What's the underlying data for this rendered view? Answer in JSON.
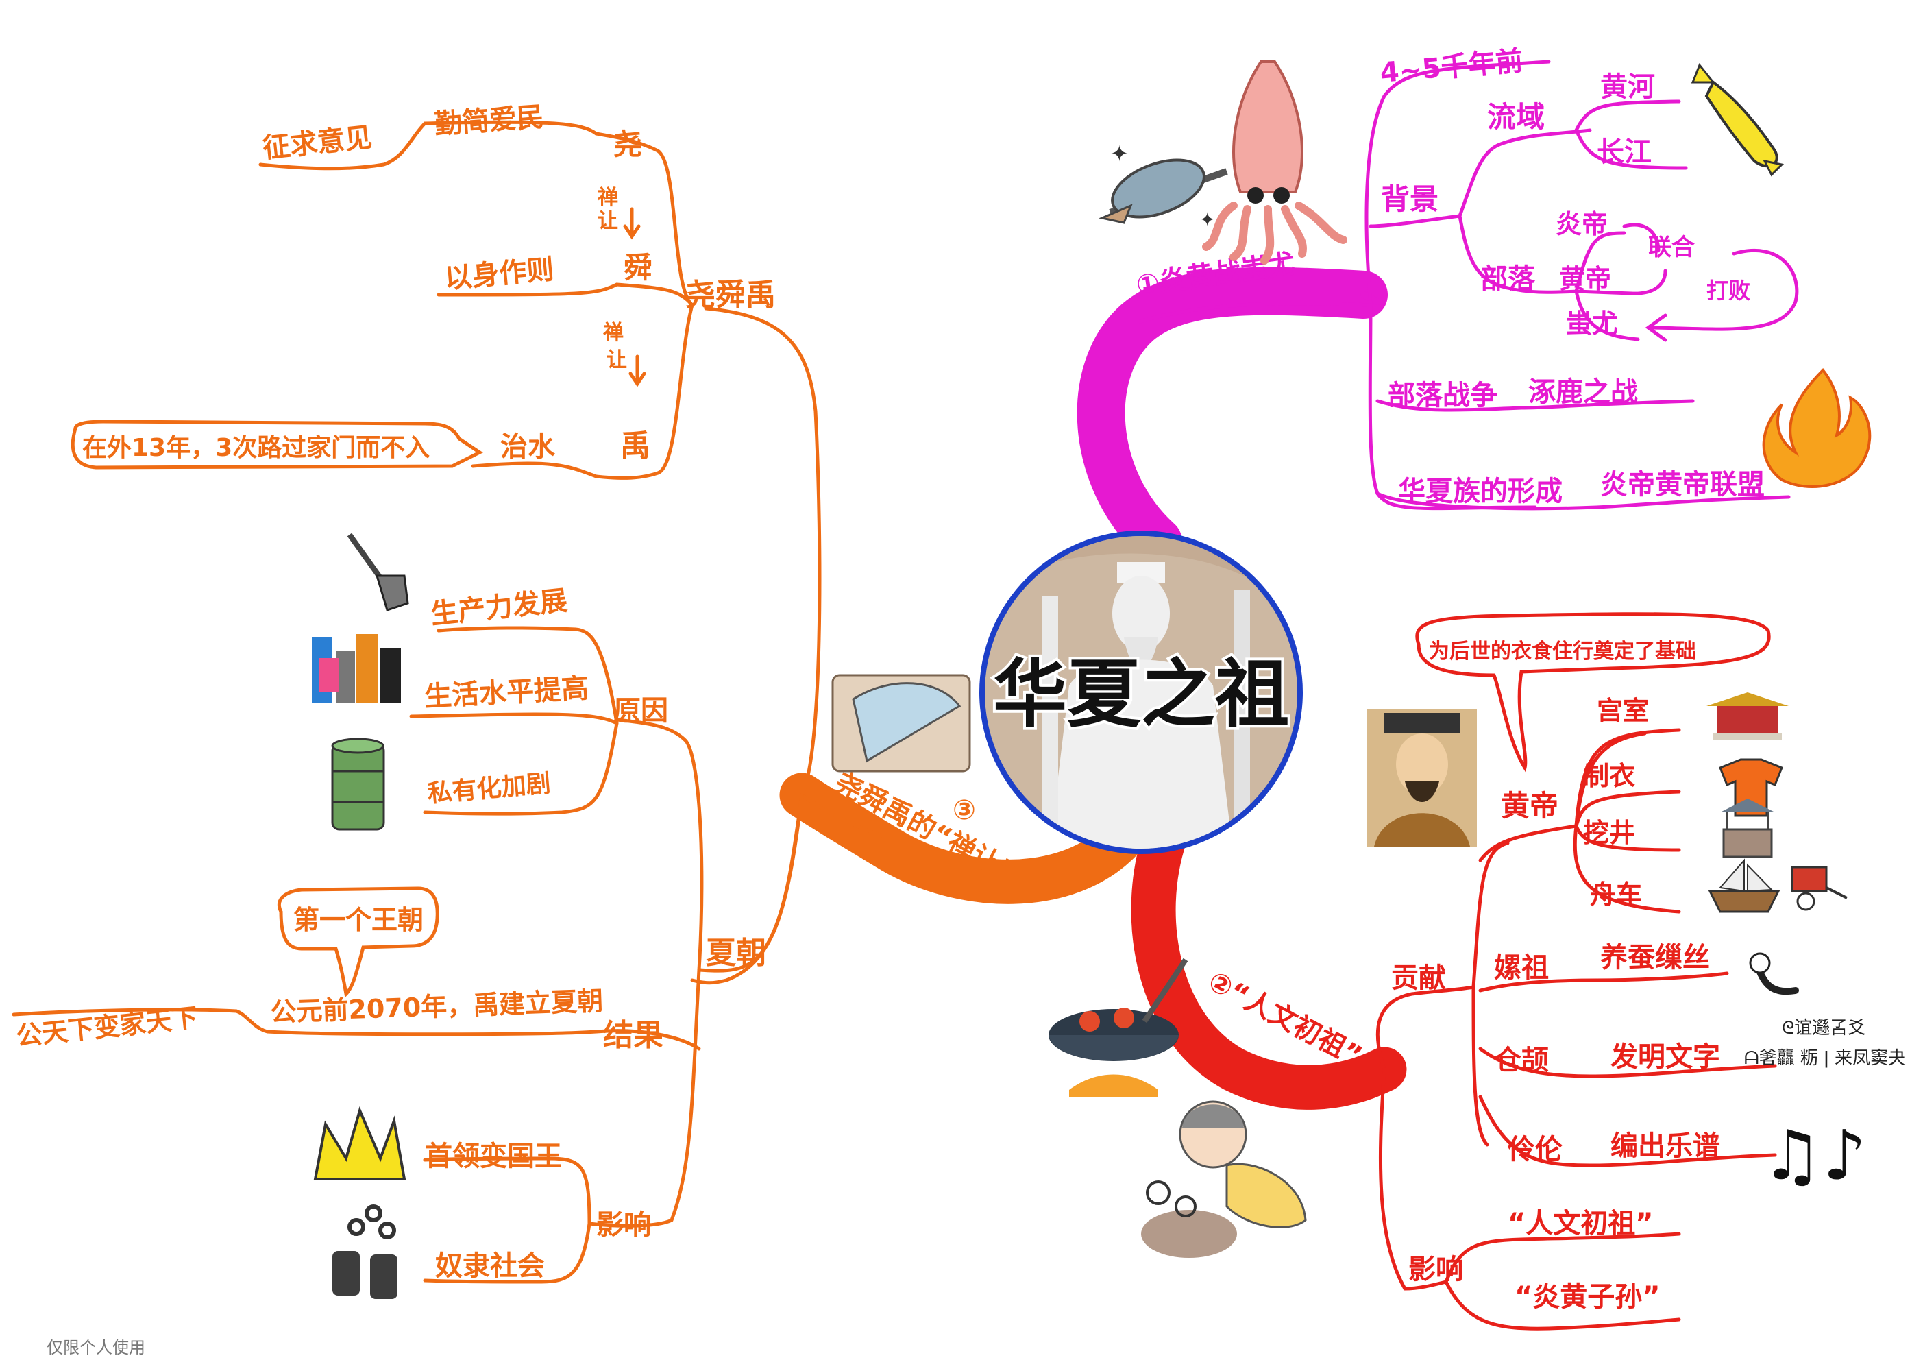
{
  "center": {
    "title": "华夏之祖"
  },
  "colors": {
    "pink": "#e619d1",
    "orange": "#ef6c14",
    "red": "#e8211a",
    "blue": "#1c3fc8"
  },
  "branch1": {
    "title": "①炎黄战蚩尤",
    "n1": "4~5千年前",
    "n2": "背景",
    "n3": "流域",
    "n4": "黄河",
    "n5": "长江",
    "n6": "部落",
    "n7": "炎帝",
    "n8": "黄帝",
    "n9": "蚩尤",
    "n10": "联合",
    "n11": "打败",
    "n12": "部落战争",
    "n13": "涿鹿之战",
    "n14": "华夏族的形成",
    "n15": "炎帝黄帝联盟"
  },
  "branch2": {
    "title": "②“人文初祖”",
    "n1": "为后世的衣食住行奠定了基础",
    "n2": "黄帝",
    "n3": "宫室",
    "n4": "制衣",
    "n5": "挖井",
    "n6": "舟车",
    "n7": "贡献",
    "n8": "嫘祖",
    "n9": "养蚕缫丝",
    "n10": "仓颉",
    "n11": "发明文字",
    "n12": "伶伦",
    "n13": "编出乐谱",
    "n14": "影响",
    "n15": "“人文初祖”",
    "n16": "“炎黄子孙”",
    "glyphs1": "ᘓ谊邎叾爻",
    "glyphs2": "ᗩ㸙龘 粝 ǀ 来凤窦夬"
  },
  "branch3": {
    "title": "尧舜禹的“禅让”",
    "num": "③",
    "n1": "尧舜禹",
    "n2": "尧",
    "n3": "勤简爱民",
    "n4": "征求意见",
    "n5": "禅",
    "n6": "让",
    "n7": "舜",
    "n8": "以身作则",
    "n9": "禅",
    "n10": "让",
    "n11": "禹",
    "n12": "治水",
    "n13": "在外13年，3次路过家门而不入",
    "n14": "夏朝",
    "n15": "原因",
    "n16": "生产力发展",
    "n17": "生活水平提高",
    "n18": "私有化加剧",
    "n19": "结果",
    "n20": "公元前2070年，禹建立夏朝",
    "n21": "第一个王朝",
    "n22": "公天下变家天下",
    "n23": "影响",
    "n24": "首领变国王",
    "n25": "奴隶社会"
  },
  "footer": {
    "note": "仅限个人使用"
  },
  "icons": [
    "mace-icon",
    "squid-icon",
    "candy-icon",
    "fire-icon",
    "emperor-portrait",
    "palace-icon",
    "shirt-icon",
    "well-icon",
    "ship-icon",
    "cart-icon",
    "silkworm-icon",
    "music-notes-icon",
    "child-weaving-icon",
    "fan-icon",
    "wok-icon",
    "shovel-icon",
    "city-icon",
    "barrel-icon",
    "crown-icon",
    "shackles-icon"
  ]
}
